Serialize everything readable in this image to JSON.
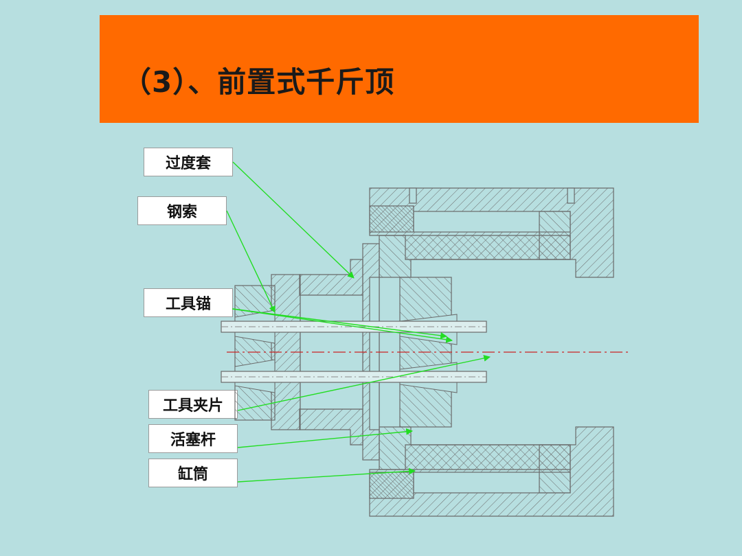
{
  "title": "（3）、前置式千斤顶",
  "labels": {
    "sleeve": "过度套",
    "cable": "钢索",
    "tool_anchor": "工具锚",
    "tool_clip": "工具夹片",
    "piston": "活塞杆",
    "cylinder": "缸筒"
  },
  "colors": {
    "background": "#b7dfe0",
    "title_bar": "#ff6a00",
    "leader": "#22dd22",
    "drawing_line": "#6a6a6a",
    "centerline": "#cc2222"
  }
}
